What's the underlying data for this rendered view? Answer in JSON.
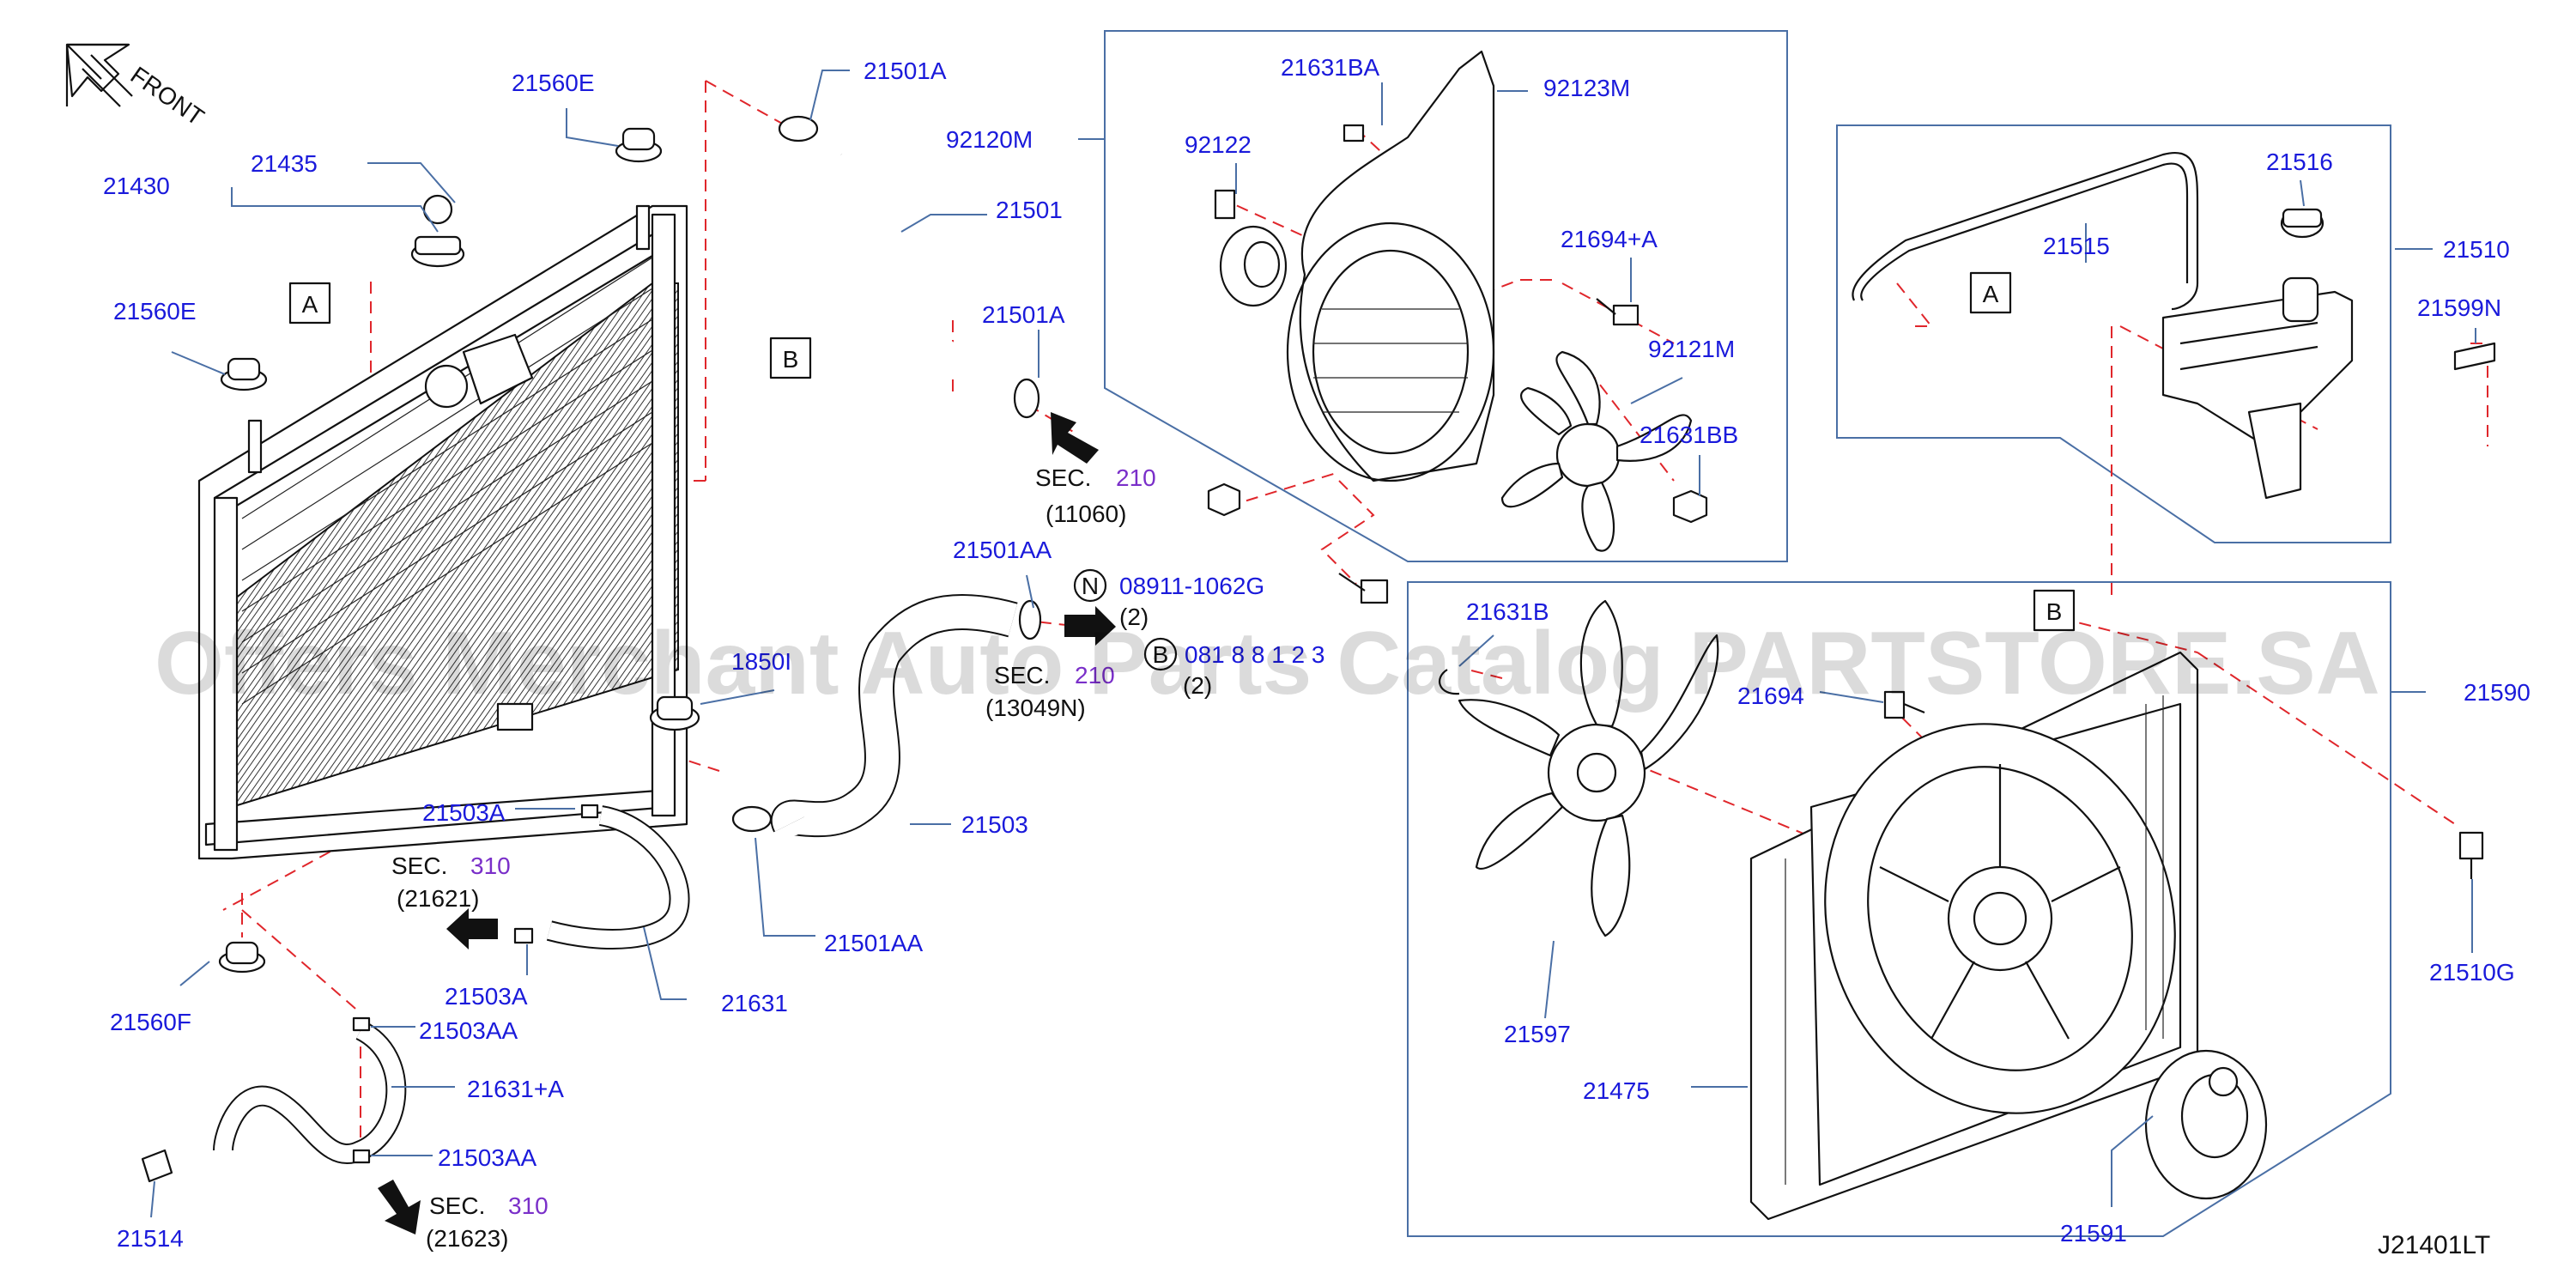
{
  "figure_id": "J21401LT",
  "watermark": "Offers Merchant Auto Parts Catalog PARTSTORE.SA",
  "orientation": {
    "front_label": "FRONT"
  },
  "ref_boxes": [
    "A",
    "B",
    "A",
    "B"
  ],
  "sections": [
    {
      "prefix": "SEC.",
      "num": "210",
      "ref": "(11060)"
    },
    {
      "prefix": "SEC.",
      "num": "210",
      "ref": "(13049N)"
    },
    {
      "prefix": "SEC.",
      "num": "310",
      "ref": "(21621)"
    },
    {
      "prefix": "SEC.",
      "num": "310",
      "ref": "(21623)"
    }
  ],
  "callouts": {
    "bolt_n": {
      "symbol": "N",
      "part": "08911-1062G",
      "qty": "(2)"
    },
    "bolt_b": {
      "symbol": "B",
      "part": "081 8 8 1 2 3",
      "qty": "(2)"
    }
  },
  "parts": {
    "p21560E_top": "21560E",
    "p21430": "21430",
    "p21435": "21435",
    "p21560E_left": "21560E",
    "p21501A_top": "21501A",
    "p21501": "21501",
    "p21501A_mid": "21501A",
    "p92120M": "92120M",
    "p21631BA": "21631BA",
    "p92123M": "92123M",
    "p92122": "92122",
    "p21694A": "21694+A",
    "p92121M": "92121M",
    "p21631BB": "21631BB",
    "p21501AA_top": "21501AA",
    "p1850I": "1850I",
    "p21503": "21503",
    "p21501AA_bot": "21501AA",
    "p21503A_top": "21503A",
    "p21503A_bot": "21503A",
    "p21631": "21631",
    "p21560F": "21560F",
    "p21503AA_top": "21503AA",
    "p21631A": "21631+A",
    "p21503AA_bot": "21503AA",
    "p21514": "21514",
    "p21516": "21516",
    "p21515": "21515",
    "p21510": "21510",
    "p21599N": "21599N",
    "p21631B": "21631B",
    "p21694": "21694",
    "p21590": "21590",
    "p21510G": "21510G",
    "p21597": "21597",
    "p21475": "21475",
    "p21591": "21591"
  }
}
